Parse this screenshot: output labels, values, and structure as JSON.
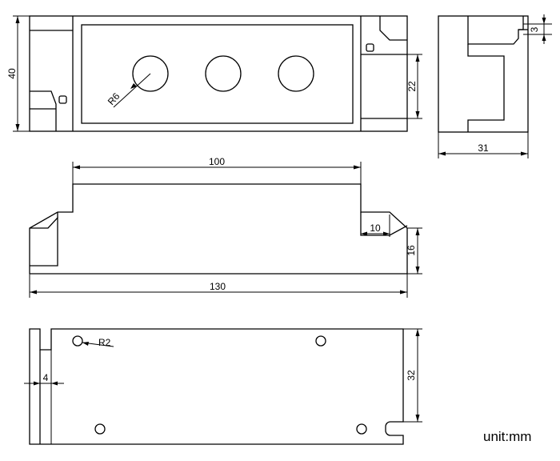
{
  "dimensions": {
    "height_40": "40",
    "radius_r6": "R6",
    "height_22": "22",
    "depth_31": "31",
    "slot_3": "3",
    "top_width_100": "100",
    "step_10": "10",
    "step_16": "16",
    "overall_130": "130",
    "radius_r2": "R2",
    "flange_4": "4",
    "width_32": "32"
  },
  "unit_label": "unit:mm"
}
